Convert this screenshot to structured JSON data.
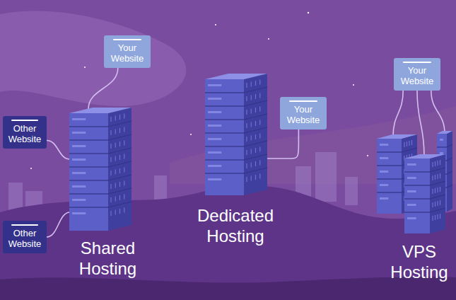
{
  "diagram": {
    "nodes": [
      {
        "text": [
          "Your Website"
        ]
      },
      {
        "text": [
          "Other Website"
        ]
      },
      {
        "text": [
          "Other Website"
        ]
      },
      {
        "text": [
          "Shared Hosting"
        ]
      },
      {
        "text": [
          "Dedicated Hosting"
        ]
      },
      {
        "text": [
          "Your Website"
        ]
      },
      {
        "text": [
          "Your Website"
        ]
      },
      {
        "text": [
          "VPS Hosting"
        ]
      }
    ],
    "edges": [
      {
        "from": 0,
        "to": 3,
        "arrow": "none"
      },
      {
        "from": 1,
        "to": 3,
        "arrow": "none"
      },
      {
        "from": 2,
        "to": 3,
        "arrow": "none"
      },
      {
        "from": 5,
        "to": 4,
        "arrow": "none"
      },
      {
        "from": 6,
        "to": 7,
        "arrow": "none"
      },
      {
        "from": 6,
        "to": 7,
        "arrow": "none"
      },
      {
        "from": 6,
        "to": 7,
        "arrow": "none"
      }
    ]
  }
}
